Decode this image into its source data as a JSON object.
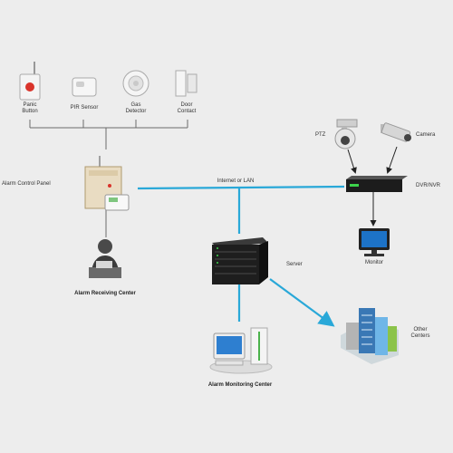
{
  "devices": {
    "panic_button": {
      "label_line1": "Panic",
      "label_line2": "Button"
    },
    "pir_sensor": {
      "label": "PIR Sensor"
    },
    "smoke_detector": {
      "label_line1": "Gas",
      "label_line2": "Detector"
    },
    "door_contact": {
      "label_line1": "Door",
      "label_line2": "Contact"
    }
  },
  "alarm_control_panel": {
    "label": "Alarm Control Panel"
  },
  "network_label": "Internet or LAN",
  "ptz_camera": {
    "label": "PTZ"
  },
  "camera": {
    "label": "Camera"
  },
  "dvr": {
    "label": "DVR/NVR"
  },
  "monitor": {
    "label": "Monitor"
  },
  "server": {
    "label": "Server"
  },
  "guard_center": {
    "label": "Alarm Receiving Center"
  },
  "monitoring_center": {
    "label": "Alarm Monitoring Center"
  },
  "other_centers": {
    "label_line1": "Other",
    "label_line2": "Centers"
  },
  "colors": {
    "link": "#29a8d8",
    "wire": "#6a6a6a",
    "background": "#ededed"
  }
}
